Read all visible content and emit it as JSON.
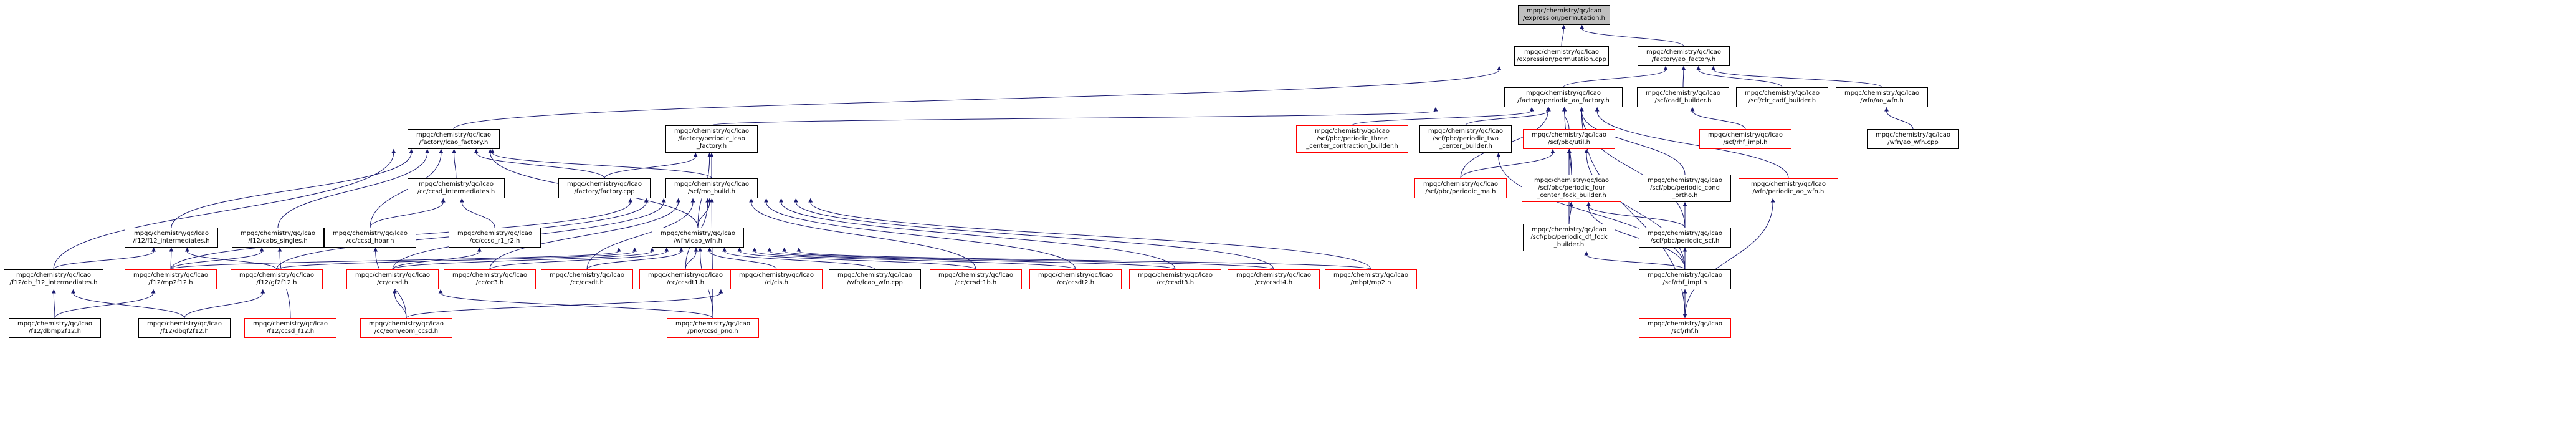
{
  "colors": {
    "edge": "#191970",
    "border": "#000000",
    "border_missing": "#ff0000",
    "root_fill": "#bfbfbf",
    "background": "#ffffff"
  },
  "nodes": {
    "root": {
      "lines": [
        "mpqc/chemistry/qc/lcao",
        "/expression/permutation.h"
      ]
    },
    "perm_cpp": {
      "lines": [
        "mpqc/chemistry/qc/lcao",
        "/expression/permutation.cpp"
      ]
    },
    "ao_factory": {
      "lines": [
        "mpqc/chemistry/qc/lcao",
        "/factory/ao_factory.h"
      ]
    },
    "periodic_ao_factory": {
      "lines": [
        "mpqc/chemistry/qc/lcao",
        "/factory/periodic_ao_factory.h"
      ]
    },
    "cadf_builder": {
      "lines": [
        "mpqc/chemistry/qc/lcao",
        "/scf/cadf_builder.h"
      ]
    },
    "clr_cadf_builder": {
      "lines": [
        "mpqc/chemistry/qc/lcao",
        "/scf/clr_cadf_builder.h"
      ]
    },
    "ao_wfn": {
      "lines": [
        "mpqc/chemistry/qc/lcao",
        "/wfn/ao_wfn.h"
      ]
    },
    "lcao_factory": {
      "lines": [
        "mpqc/chemistry/qc/lcao",
        "/factory/lcao_factory.h"
      ]
    },
    "periodic_lcao_factory": {
      "lines": [
        "mpqc/chemistry/qc/lcao",
        "/factory/periodic_lcao",
        "_factory.h"
      ]
    },
    "three_center": {
      "lines": [
        "mpqc/chemistry/qc/lcao",
        "/scf/pbc/periodic_three",
        "_center_contraction_builder.h"
      ]
    },
    "two_center": {
      "lines": [
        "mpqc/chemistry/qc/lcao",
        "/scf/pbc/periodic_two",
        "_center_builder.h"
      ]
    },
    "pbc_util": {
      "lines": [
        "mpqc/chemistry/qc/lcao",
        "/scf/pbc/util.h"
      ]
    },
    "cond_ortho": {
      "lines": [
        "mpqc/chemistry/qc/lcao",
        "/scf/pbc/periodic_cond",
        "_ortho.h"
      ]
    },
    "periodic_ao_wfn": {
      "lines": [
        "mpqc/chemistry/qc/lcao",
        "/wfn/periodic_ao_wfn.h"
      ]
    },
    "rhf_impl_top": {
      "lines": [
        "mpqc/chemistry/qc/lcao",
        "/scf/rhf_impl.h"
      ]
    },
    "ao_wfn_cpp": {
      "lines": [
        "mpqc/chemistry/qc/lcao",
        "/wfn/ao_wfn.cpp"
      ]
    },
    "cc_intermediates": {
      "lines": [
        "mpqc/chemistry/qc/lcao",
        "/cc/ccsd_intermediates.h"
      ]
    },
    "factory_cpp": {
      "lines": [
        "mpqc/chemistry/qc/lcao",
        "/factory/factory.cpp"
      ]
    },
    "mo_build": {
      "lines": [
        "mpqc/chemistry/qc/lcao",
        "/scf/mo_build.h"
      ]
    },
    "periodic_ma": {
      "lines": [
        "mpqc/chemistry/qc/lcao",
        "/scf/pbc/periodic_ma.h"
      ]
    },
    "four_center": {
      "lines": [
        "mpqc/chemistry/qc/lcao",
        "/scf/pbc/periodic_four",
        "_center_fock_builder.h"
      ]
    },
    "rhf_h": {
      "lines": [
        "mpqc/chemistry/qc/lcao",
        "/scf/rhf.h"
      ]
    },
    "f12_intermediates": {
      "lines": [
        "mpqc/chemistry/qc/lcao",
        "/f12/f12_intermediates.h"
      ]
    },
    "cabs_singles": {
      "lines": [
        "mpqc/chemistry/qc/lcao",
        "/f12/cabs_singles.h"
      ]
    },
    "ccsd_hbar": {
      "lines": [
        "mpqc/chemistry/qc/lcao",
        "/cc/ccsd_hbar.h"
      ]
    },
    "ccsd_r1_r2": {
      "lines": [
        "mpqc/chemistry/qc/lcao",
        "/cc/ccsd_r1_r2.h"
      ]
    },
    "lcao_wfn": {
      "lines": [
        "mpqc/chemistry/qc/lcao",
        "/wfn/lcao_wfn.h"
      ]
    },
    "df_fock_builder": {
      "lines": [
        "mpqc/chemistry/qc/lcao",
        "/scf/pbc/periodic_df_fock",
        "_builder.h"
      ]
    },
    "periodic_scf": {
      "lines": [
        "mpqc/chemistry/qc/lcao",
        "/scf/pbc/periodic_scf.h"
      ]
    },
    "db_f12_intermediates": {
      "lines": [
        "mpqc/chemistry/qc/lcao",
        "/f12/db_f12_intermediates.h"
      ]
    },
    "mp2f12": {
      "lines": [
        "mpqc/chemistry/qc/lcao",
        "/f12/mp2f12.h"
      ]
    },
    "gf2f12": {
      "lines": [
        "mpqc/chemistry/qc/lcao",
        "/f12/gf2f12.h"
      ]
    },
    "ccsd_h": {
      "lines": [
        "mpqc/chemistry/qc/lcao",
        "/cc/ccsd.h"
      ]
    },
    "cc3": {
      "lines": [
        "mpqc/chemistry/qc/lcao",
        "/cc/cc3.h"
      ]
    },
    "ccsdt": {
      "lines": [
        "mpqc/chemistry/qc/lcao",
        "/cc/ccsdt.h"
      ]
    },
    "ccsdt1": {
      "lines": [
        "mpqc/chemistry/qc/lcao",
        "/cc/ccsdt1.h"
      ]
    },
    "cis": {
      "lines": [
        "mpqc/chemistry/qc/lcao",
        "/ci/cis.h"
      ]
    },
    "lcao_wfn_cpp": {
      "lines": [
        "mpqc/chemistry/qc/lcao",
        "/wfn/lcao_wfn.cpp"
      ]
    },
    "ccsdt1b": {
      "lines": [
        "mpqc/chemistry/qc/lcao",
        "/cc/ccsdt1b.h"
      ]
    },
    "ccsdt2": {
      "lines": [
        "mpqc/chemistry/qc/lcao",
        "/cc/ccsdt2.h"
      ]
    },
    "ccsdt3": {
      "lines": [
        "mpqc/chemistry/qc/lcao",
        "/cc/ccsdt3.h"
      ]
    },
    "ccsdt4": {
      "lines": [
        "mpqc/chemistry/qc/lcao",
        "/cc/ccsdt4.h"
      ]
    },
    "mp2": {
      "lines": [
        "mpqc/chemistry/qc/lcao",
        "/mbpt/mp2.h"
      ]
    },
    "rhf_impl_bottom": {
      "lines": [
        "mpqc/chemistry/qc/lcao",
        "/scf/rhf_impl.h"
      ]
    },
    "dbmp2f12": {
      "lines": [
        "mpqc/chemistry/qc/lcao",
        "/f12/dbmp2f12.h"
      ]
    },
    "dbgf2f12": {
      "lines": [
        "mpqc/chemistry/qc/lcao",
        "/f12/dbgf2f12.h"
      ]
    },
    "ccsd_f12": {
      "lines": [
        "mpqc/chemistry/qc/lcao",
        "/f12/ccsd_f12.h"
      ]
    },
    "eom_ccsd": {
      "lines": [
        "mpqc/chemistry/qc/lcao",
        "/cc/eom/eom_ccsd.h"
      ]
    },
    "ccsd_pno": {
      "lines": [
        "mpqc/chemistry/qc/lcao",
        "/pno/ccsd_pno.h"
      ]
    },
    "rhf_bottom": {
      "lines": [
        "mpqc/chemistry/qc/lcao",
        "/scf/rhf.h"
      ]
    }
  }
}
